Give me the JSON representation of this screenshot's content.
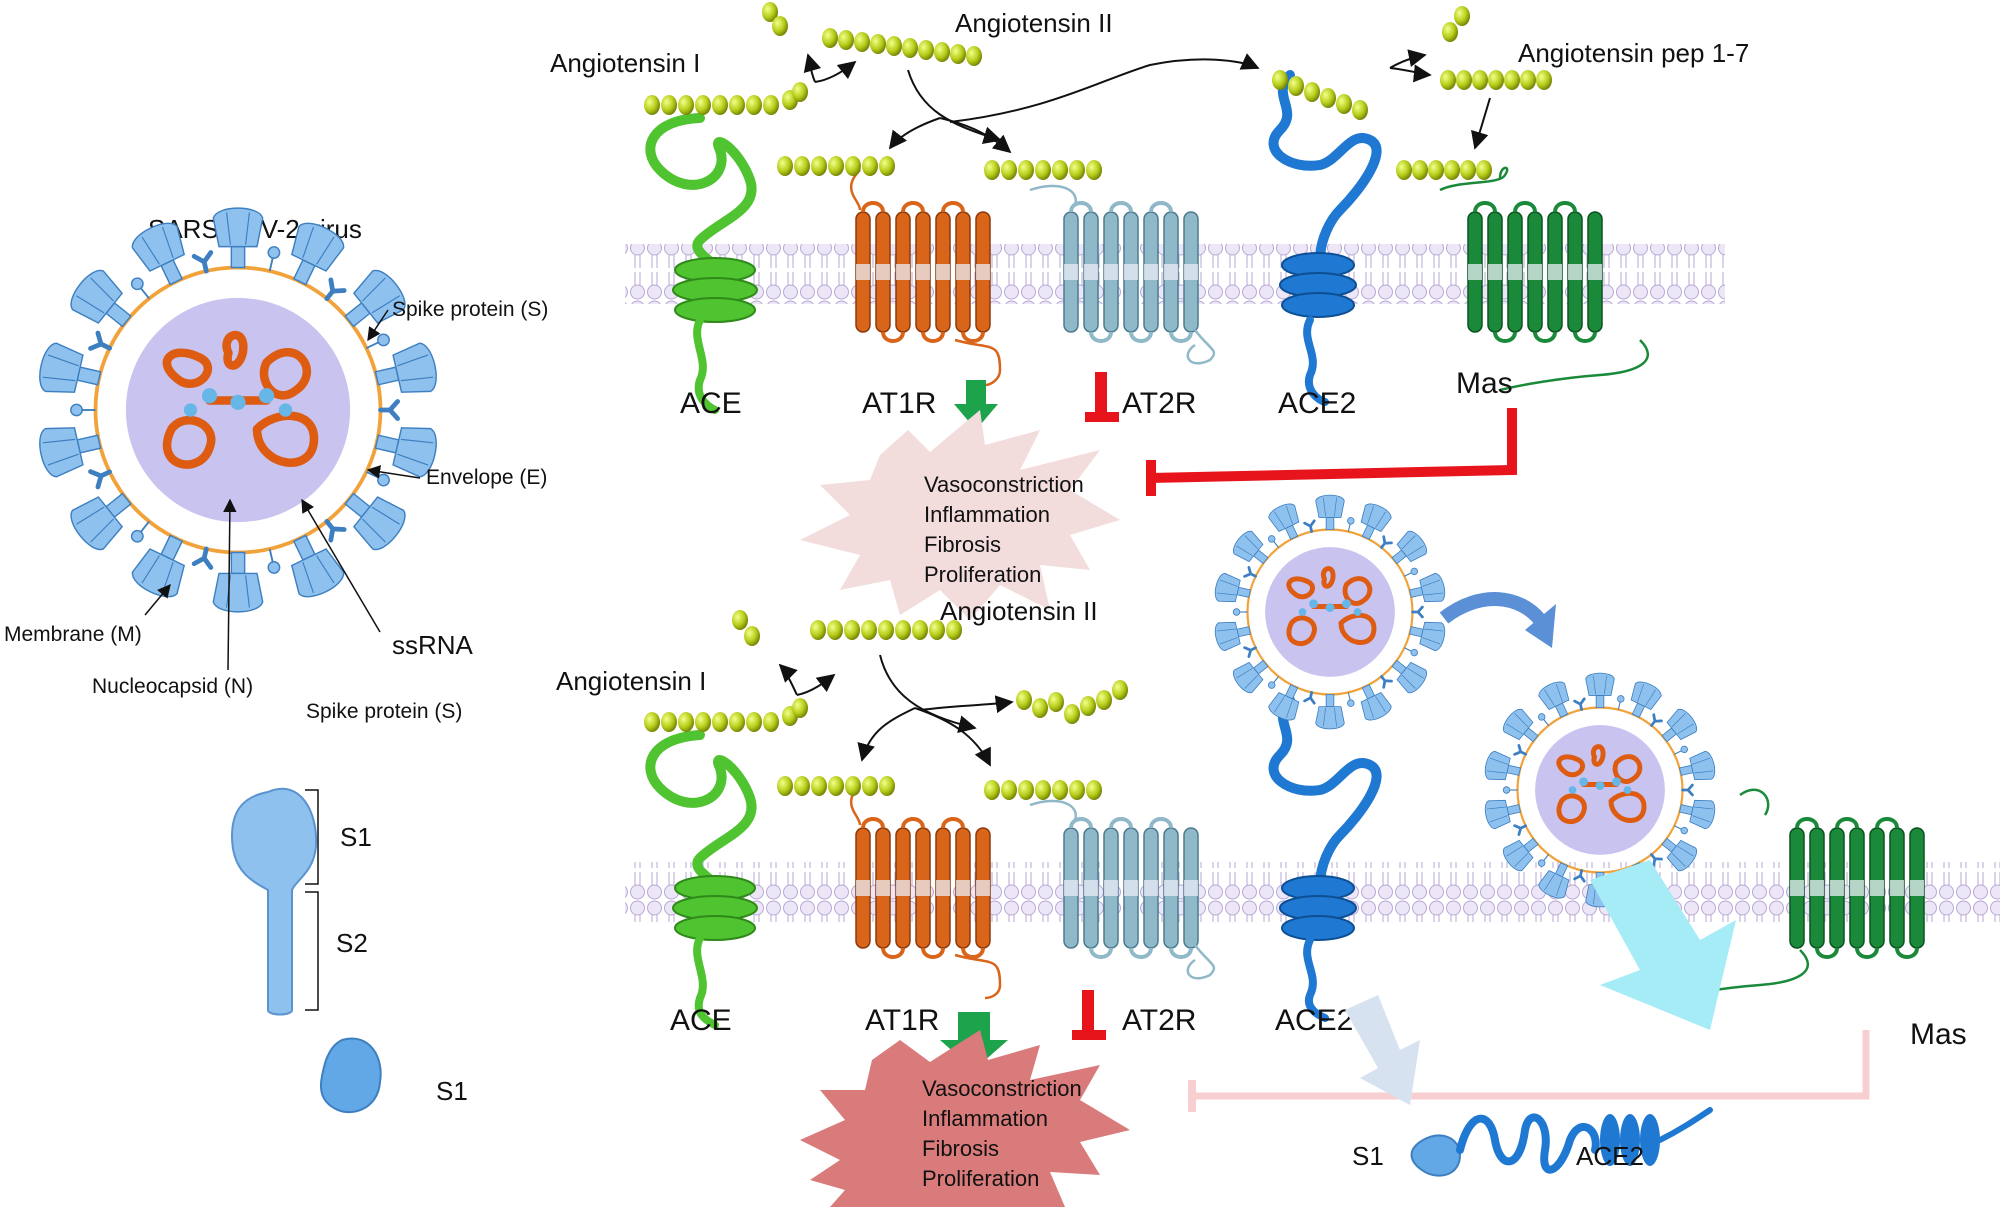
{
  "virus": {
    "title": "SARS-CoV-2 virus",
    "spike_label": "Spike protein (S)",
    "envelope_label": "Envelope (E)",
    "membrane_label": "Membrane (M)",
    "ssrna_label": "ssRNA",
    "nucleocapsid_label": "Nucleocapsid (N)",
    "spike_label_bottom": "Spike protein (S)"
  },
  "spike_structure": {
    "s1_label": "S1",
    "s2_label": "S2",
    "s1_free_label": "S1"
  },
  "top_panel": {
    "ang1_label": "Angiotensin I",
    "ang2_label": "Angiotensin II",
    "ang17_label": "Angiotensin pep 1-7",
    "ace_label": "ACE",
    "at1r_label": "AT1R",
    "at2r_label": "AT2R",
    "ace2_label": "ACE2",
    "mas_label": "Mas",
    "effects": [
      "Vasoconstriction",
      "Inflammation",
      "Fibrosis",
      "Proliferation"
    ]
  },
  "bottom_panel": {
    "ang1_label": "Angiotensin I",
    "ang2_label": "Angiotensin II",
    "ace_label": "ACE",
    "at1r_label": "AT1R",
    "at2r_label": "AT2R",
    "ace2_label": "ACE2",
    "mas_label": "Mas",
    "s1_label": "S1",
    "complex_ace2_label": "ACE2",
    "effects": [
      "Vasoconstriction",
      "Inflammation",
      "Fibrosis",
      "Proliferation"
    ]
  },
  "colors": {
    "ace": "#4fc330",
    "at1r": "#d9651a",
    "at2r": "#8fb8c9",
    "ace2": "#1f78d1",
    "mas": "#1a8a3a",
    "peptide": "#b5cc18",
    "spike": "#8ec1ee",
    "inhibit": "#e8141b",
    "activate": "#1ca34b"
  }
}
